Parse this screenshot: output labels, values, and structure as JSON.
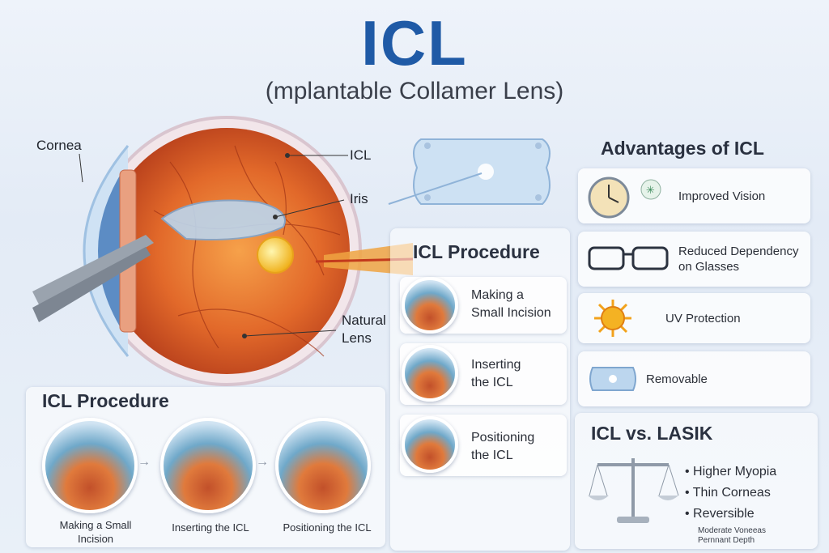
{
  "header": {
    "title": "ICL",
    "subtitle": "(mplantable Collamer Lens)"
  },
  "eye_labels": {
    "cornea": "Cornea",
    "icl": "ICL",
    "iris": "Iris",
    "natural_lens_1": "Natural",
    "natural_lens_2": "Lens"
  },
  "advantages": {
    "heading": "Advantages of ICL",
    "items": [
      {
        "label": "Improved Vision",
        "icon": "clock-icon"
      },
      {
        "label_1": "Reduced Dependency",
        "label_2": "on Glasses",
        "icon": "glasses-icon"
      },
      {
        "label": "UV Protection",
        "icon": "sun-icon"
      },
      {
        "label": "Removable",
        "icon": "lens-icon"
      }
    ]
  },
  "procedure_side": {
    "heading": "ICL Procedure",
    "steps": [
      {
        "line1": "Making a",
        "line2": "Small Incision"
      },
      {
        "line1": "Inserting",
        "line2": "the ICL"
      },
      {
        "line1": "Positioning",
        "line2": "the ICL"
      }
    ]
  },
  "procedure_bottom": {
    "heading": "ICL Procedure",
    "steps": [
      {
        "line1": "Making a Small",
        "line2": "Incision"
      },
      {
        "line1": "Inserting the ICL",
        "line2": ""
      },
      {
        "line1": "Positioning the ICL",
        "line2": ""
      }
    ]
  },
  "comparison": {
    "heading": "ICL vs. LASIK",
    "bullets": [
      "Higher Myopia",
      "Thin Corneas",
      "Reversible"
    ],
    "footnote_1": "Moderate Voneeas",
    "footnote_2": "Pernnant Depth"
  },
  "colors": {
    "title": "#1f5aa6",
    "iris_orange": "#e2692a",
    "lens_blue": "#bcd6ee"
  }
}
